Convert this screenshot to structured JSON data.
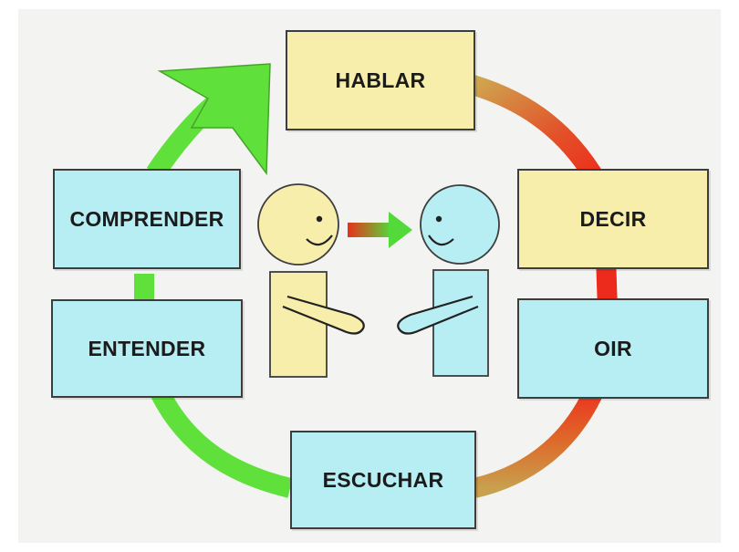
{
  "cycle": {
    "hablar": "HABLAR",
    "decir": "DECIR",
    "oir": "OIR",
    "escuchar": "ESCUCHAR",
    "entender": "ENTENDER",
    "comprender": "COMPRENDER"
  },
  "colors": {
    "speaker_yellow": "#f6eeaa",
    "listener_cyan": "#b7eef3",
    "arrow_green": "#5fe03a",
    "arrow_red": "#e8311c",
    "outline": "#3d3d3d"
  }
}
